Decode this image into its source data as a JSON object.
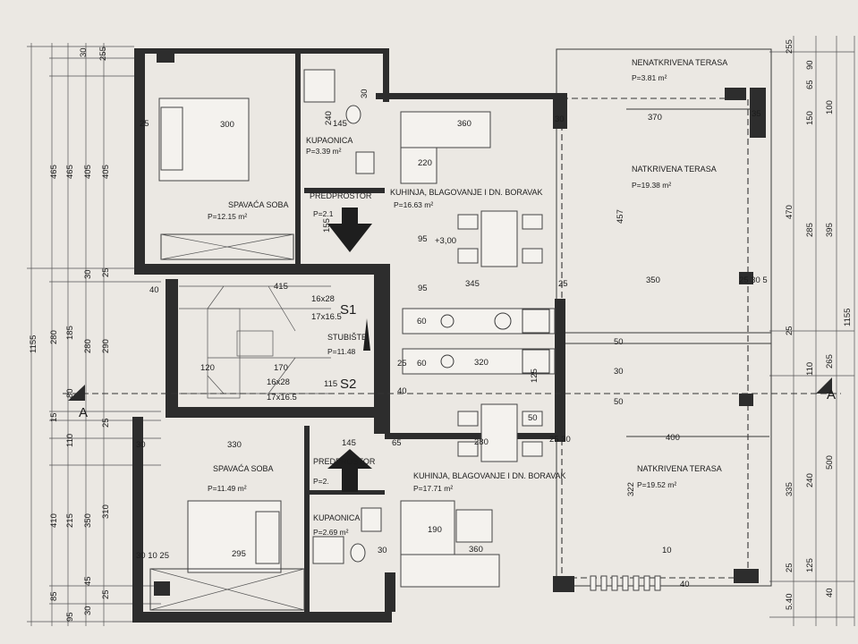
{
  "section": {
    "label": "A"
  },
  "stairs": {
    "s1": "S1",
    "s2": "S2"
  },
  "rooms": {
    "bedroom_upper": {
      "name": "SPAVAĆA SOBA",
      "area": "P=12.15 m²"
    },
    "bath_upper": {
      "name": "KUPAONICA",
      "area": "P=3.39 m²"
    },
    "hall_upper": {
      "name": "PREDPROSTOR",
      "area": "P=2.1"
    },
    "kitchen_upper": {
      "name": "KUHINJA, BLAGOVANJE I DN. BORAVAK",
      "area": "P=16.63 m²",
      "level": "+3,00"
    },
    "stairwell": {
      "name": "STUBIŠTE",
      "area": "P=11.48"
    },
    "bedroom_lower": {
      "name": "SPAVAĆA SOBA",
      "area": "P=11.49 m²"
    },
    "hall_lower": {
      "name": "PREDPROSTOR",
      "area": "P=2."
    },
    "bath_lower": {
      "name": "KUPAONICA",
      "area": "P=2.69 m²"
    },
    "kitchen_lower": {
      "name": "KUHINJA, BLAGOVANJE I DN. BORAVAK",
      "area": "P=17.71 m²"
    },
    "open_terrace": {
      "name": "NENATKRIVENA TERASA",
      "area": "P=3.81 m²"
    },
    "covered_terrace_upper": {
      "name": "NATKRIVENA TERASA",
      "area": "P=19.38 m²"
    },
    "covered_terrace_lower": {
      "name": "NATKRIVENA TERASA",
      "area": "P=19.52 m²"
    }
  },
  "dims": {
    "left_total": "1155",
    "l465a": "465",
    "l280a": "280",
    "l410": "410",
    "l465b": "465",
    "l185": "185",
    "l215": "215",
    "l405a": "405",
    "l280b": "280",
    "l350": "350",
    "l405b": "405",
    "l290": "290",
    "l310": "310",
    "l30a": "30",
    "l255": "255",
    "l30b": "30",
    "l25a": "25",
    "l15": "15",
    "l80": "80",
    "l110": "110",
    "l25b": "25",
    "l85": "85",
    "l95": "95",
    "l30c": "30",
    "l25c": "25",
    "l45": "45",
    "right_total": "1155",
    "r470": "470",
    "r285": "285",
    "r395": "395",
    "r150": "150",
    "r100": "100",
    "r65": "65",
    "r90": "90",
    "r255": "255",
    "r110": "110",
    "r265": "265",
    "r25a": "25",
    "r500": "500",
    "r240": "240",
    "r335": "335",
    "r125": "125",
    "r540": "5.40",
    "r40": "40",
    "r25b": "25"
  },
  "idims": {
    "d300": "300",
    "d25a": "25",
    "d145a": "145",
    "d360a": "360",
    "d370": "370",
    "d35": "35",
    "d30a": "30",
    "d220": "220",
    "d95a": "95",
    "d95b": "95",
    "d345": "345",
    "d350": "350",
    "d2530": "25 30 5",
    "d25b": "25",
    "d415": "415",
    "d40a": "40",
    "step_a1": "16x28",
    "step_a2": "17x16.5",
    "d120": "120",
    "d170": "170",
    "step_b1": "16x28",
    "step_b2": "17x16.5",
    "d115": "115",
    "d60a": "60",
    "d60b": "60",
    "d320": "320",
    "d25c": "25",
    "d40b": "40",
    "d50a": "50",
    "d30b": "30",
    "d50b": "50",
    "d50c": "50",
    "d280": "280",
    "d2530b": "25 30",
    "d400": "400",
    "d330": "330",
    "d30c": "30",
    "d145b": "145",
    "d65": "65",
    "d190": "190",
    "d360b": "360",
    "d295": "295",
    "d301025": "30 10 25",
    "d30d": "30",
    "d10": "10",
    "d40c": "40",
    "d457": "457",
    "d322": "322",
    "d240": "240",
    "d155": "155",
    "d30e": "30",
    "d125": "125"
  }
}
